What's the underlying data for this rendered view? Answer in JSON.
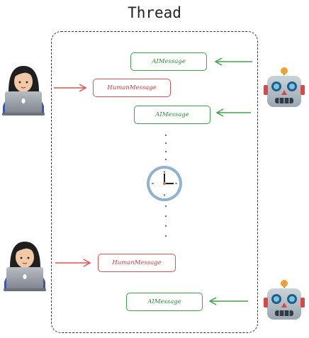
{
  "title": "Thread",
  "messages": [
    {
      "type": "ai",
      "label": "AIMessage"
    },
    {
      "type": "human",
      "label": "HumanMessage"
    },
    {
      "type": "ai",
      "label": "AIMessage"
    },
    {
      "type": "human",
      "label": "HumanMessage"
    },
    {
      "type": "ai",
      "label": "AIMessage"
    }
  ],
  "colors": {
    "ai": "#3ea34a",
    "human": "#e05050"
  },
  "icons": [
    "woman-laptop-icon",
    "robot-icon",
    "clock-icon"
  ]
}
